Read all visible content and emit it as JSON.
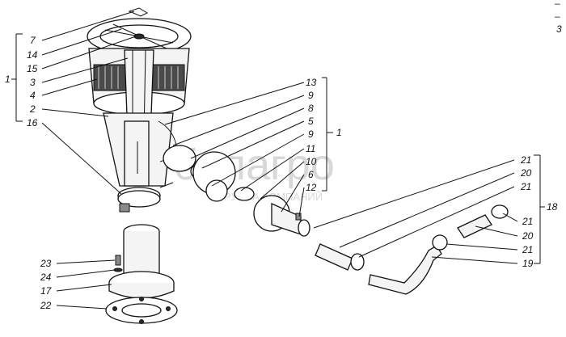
{
  "watermark": {
    "brand": "белагро",
    "subtitle": "ГРУППА КОМПАНИЙ"
  },
  "corner_marks": [
    "–",
    "–",
    "3"
  ],
  "labels": {
    "l1_left": "1",
    "l7": "7",
    "l14": "14",
    "l15": "15",
    "l3": "3",
    "l4": "4",
    "l2": "2",
    "l16": "16",
    "l13": "13",
    "l9a": "9",
    "l8": "8",
    "l5": "5",
    "l9b": "9",
    "l11": "11",
    "l10": "10",
    "l6": "6",
    "l12": "12",
    "l1_right": "1",
    "l21a": "21",
    "l20a": "20",
    "l21b": "21",
    "l18": "18",
    "l21c": "21",
    "l20b": "20",
    "l21d": "21",
    "l19": "19",
    "l23": "23",
    "l24": "24",
    "l17": "17",
    "l22": "22"
  },
  "colors": {
    "ink": "#111111",
    "watermark": "#d8d8d8"
  }
}
